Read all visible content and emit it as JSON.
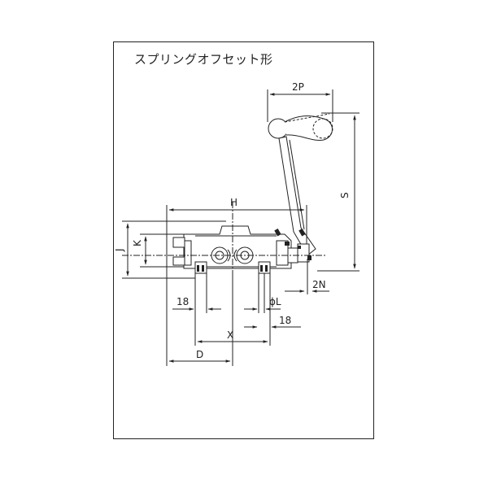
{
  "title": "スプリングオフセット形",
  "dimensions": {
    "two_p": "2P",
    "s": "S",
    "h": "H",
    "j": "J",
    "k": "K",
    "two_n": "2N",
    "eighteen_left": "18",
    "phi_l": "ϕL",
    "eighteen_right": "18",
    "x": "X",
    "d": "D"
  },
  "colors": {
    "line": "#222222",
    "background": "#ffffff"
  }
}
